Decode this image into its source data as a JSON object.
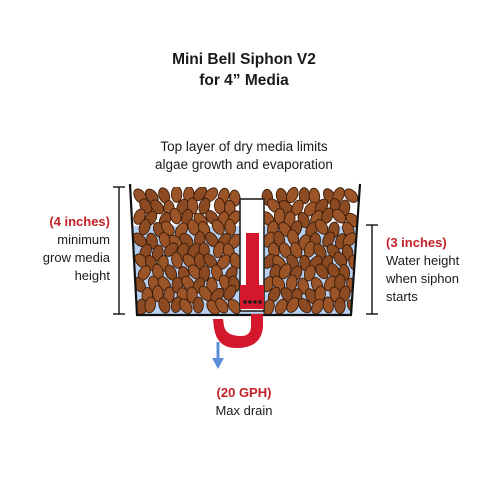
{
  "title": {
    "line1": "Mini Bell Siphon V2",
    "line2": "for 4” Media"
  },
  "top_caption": {
    "line1": "Top layer of dry media limits",
    "line2": "algae growth and evaporation"
  },
  "left_note": {
    "value": "(4 inches)",
    "line1": "minimum",
    "line2": "grow media",
    "line3": "height"
  },
  "right_note": {
    "value": "(3 inches)",
    "line1": "Water height",
    "line2": "when siphon",
    "line3": "starts"
  },
  "drain_note": {
    "value": "(20 GPH)",
    "line1": "Max drain"
  },
  "colors": {
    "accent_red": "#c32128",
    "water": "#b7cff0",
    "media": "#8b4a22",
    "siphon": "#d4172d",
    "arrow": "#5a8fd8"
  }
}
